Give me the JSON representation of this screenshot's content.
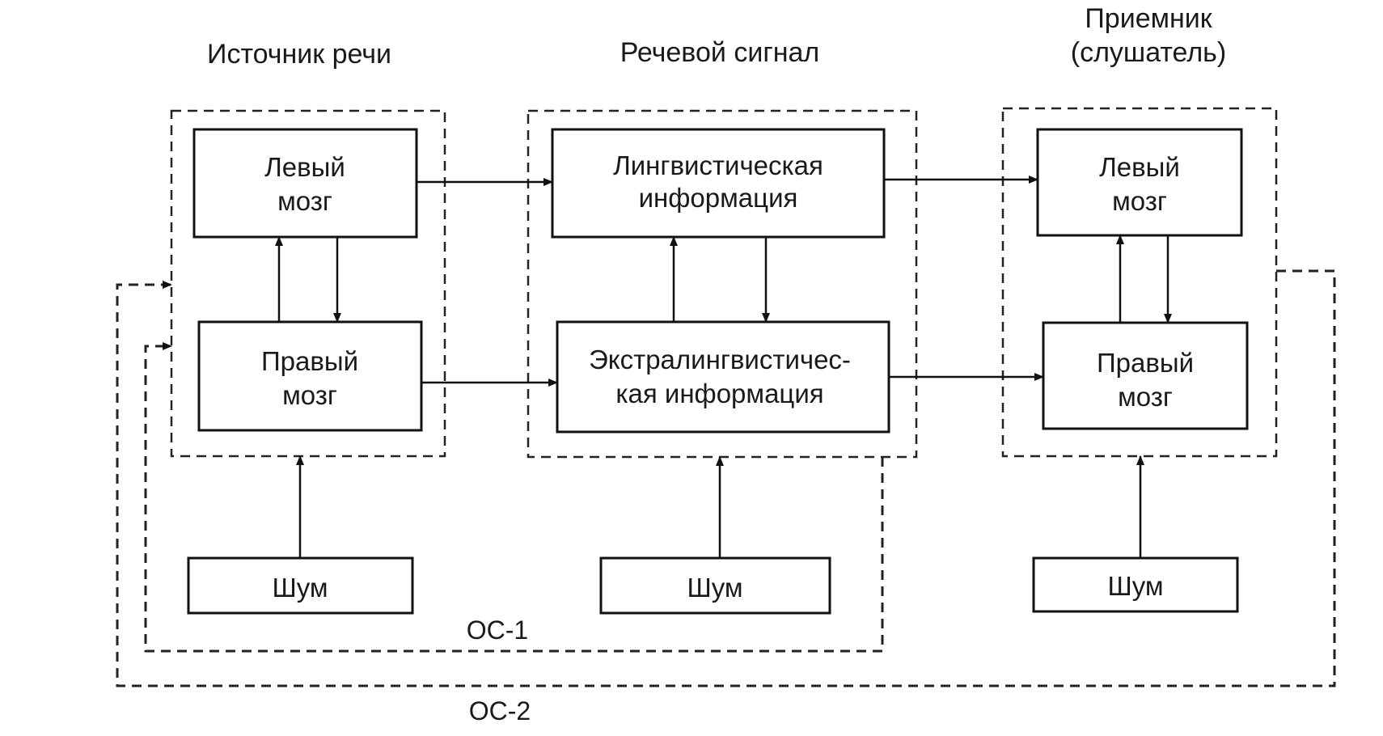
{
  "headers": {
    "source": "Источник речи",
    "signal": "Речевой сигнал",
    "receiver_line1": "Приемник",
    "receiver_line2": "(слушатель)"
  },
  "source_group": {
    "left_brain": {
      "line1": "Левый",
      "line2": "мозг"
    },
    "right_brain": {
      "line1": "Правый",
      "line2": "мозг"
    },
    "noise": "Шум"
  },
  "signal_group": {
    "linguistic": {
      "line1": "Лингвистическая",
      "line2": "информация"
    },
    "extralinguistic": {
      "line1": "Экстралингвистичес-",
      "line2": "кая информация"
    },
    "noise": "Шум"
  },
  "receiver_group": {
    "left_brain": {
      "line1": "Левый",
      "line2": "мозг"
    },
    "right_brain": {
      "line1": "Правый",
      "line2": "мозг"
    },
    "noise": "Шум"
  },
  "feedback": {
    "oc1": "ОС-1",
    "oc2": "ОС-2"
  }
}
